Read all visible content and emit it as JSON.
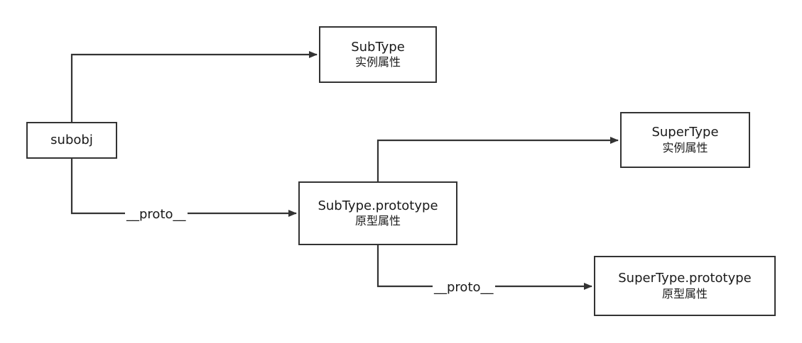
{
  "diagram": {
    "nodes": {
      "subobj": {
        "title": "subobj"
      },
      "subtype": {
        "title": "SubType",
        "subtitle": "实例属性"
      },
      "subtype_prototype": {
        "title": "SubType.prototype",
        "subtitle": "原型属性"
      },
      "supertype": {
        "title": "SuperType",
        "subtitle": "实例属性"
      },
      "supertype_prototype": {
        "title": "SuperType.prototype",
        "subtitle": "原型属性"
      }
    },
    "edges": [
      {
        "from": "subobj",
        "to": "subtype",
        "label": ""
      },
      {
        "from": "subobj",
        "to": "subtype_prototype",
        "label": "__proto__"
      },
      {
        "from": "subtype_prototype",
        "to": "supertype",
        "label": ""
      },
      {
        "from": "subtype_prototype",
        "to": "supertype_prototype",
        "label": "__proto__"
      }
    ],
    "colors": {
      "stroke": "#333333",
      "background": "#ffffff",
      "text": "#1a1a1a"
    }
  }
}
